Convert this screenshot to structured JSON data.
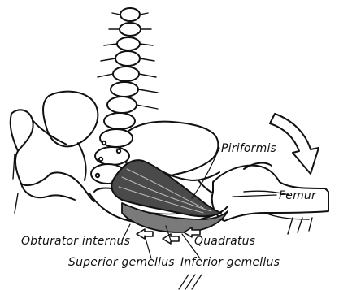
{
  "figure": {
    "labels": {
      "piriformis": "Piriformis",
      "femur": "Femur",
      "obturator_internus": "Obturator internus",
      "quadratus": "Quadratus",
      "superior_gemellus": "Superior gemellus",
      "inferior_gemellus": "Inferior gemellus"
    },
    "colors": {
      "ink": "#111111",
      "muscle": "#4a4a4a",
      "background": "#ffffff"
    }
  }
}
